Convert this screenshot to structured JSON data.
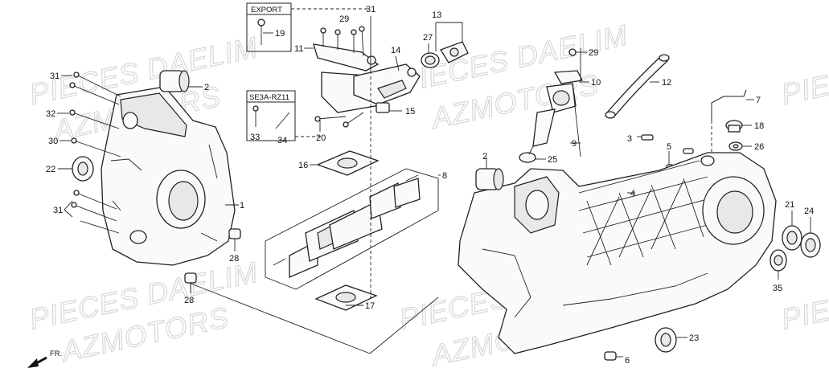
{
  "boxes": {
    "export": "EXPORT",
    "se3a": "SE3A-RZ11"
  },
  "watermark": {
    "line1": "PIECES DAELIM",
    "line2": "AZMOTORS"
  },
  "direction": "FR.",
  "labels": {
    "l1": "1",
    "l2a": "2",
    "l2b": "2",
    "l3": "3",
    "l4": "4",
    "l5": "5",
    "l6": "6",
    "l7": "7",
    "l8": "8",
    "l9": "9",
    "l10": "10",
    "l11": "11",
    "l12": "12",
    "l13": "13",
    "l14": "14",
    "l15": "15",
    "l16": "16",
    "l17": "17",
    "l18": "18",
    "l19": "19",
    "l20": "20",
    "l21": "21",
    "l22": "22",
    "l23": "23",
    "l24": "24",
    "l25": "25",
    "l26": "26",
    "l27": "27",
    "l28a": "28",
    "l28b": "28",
    "l29a": "29",
    "l29b": "29",
    "l30": "30",
    "l31a": "31",
    "l31b": "31",
    "l31c": "31",
    "l32": "32",
    "l33": "33",
    "l34": "34",
    "l35": "35"
  }
}
